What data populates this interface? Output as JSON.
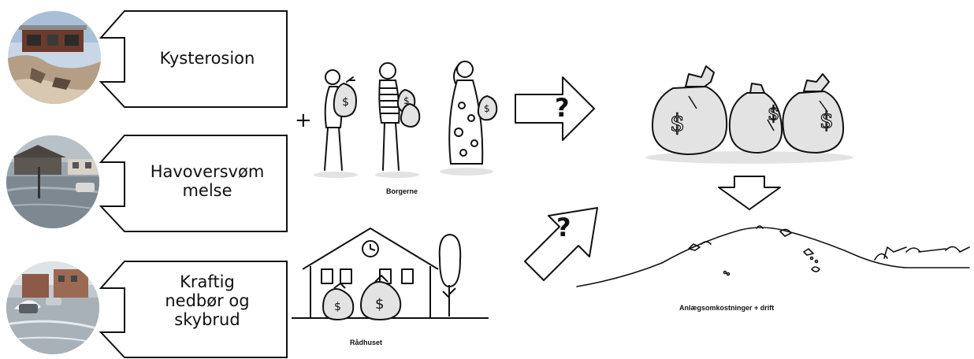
{
  "hazards": [
    {
      "label": "Kysterosion"
    },
    {
      "label": "Havoversvøm\nmelse"
    },
    {
      "label": "Kraftig\nnedbør og\nskybrud"
    }
  ],
  "plus_sign": "+",
  "citizens_caption": "Borgerne",
  "townhall_caption": "Rådhuset",
  "question_mark": "?",
  "result_caption": "Anlægsomkostninger + drift",
  "money_symbol": "$",
  "colors": {
    "stroke": "#111111",
    "bag_fill": "#e3e3e3",
    "callout_fill": "#ffffff"
  }
}
